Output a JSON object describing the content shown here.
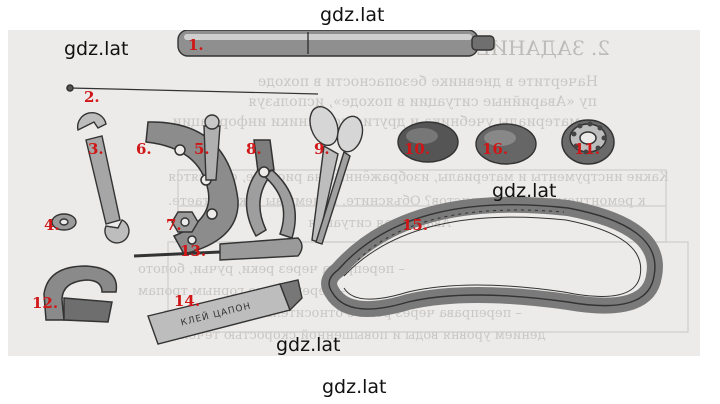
{
  "watermark": "gdz.lat",
  "background_text": {
    "heading": "2. ЗАДАНИЕ №4",
    "lines": [
      "Начертите в дневнике безопасности в походе",
      "пу «Аварийные ситуации в походе», используя",
      "материалы учебника и другие источники информации.",
      "Какие инструменты и материалы, изображённые на рисунке, относятся",
      "к ремонтному набору туристов? Объясните, почему вы так считаете.",
      "Аварийная ситуация",
      "– переправа через реки, ручьи, болото",
      "– переходы по горным тропам",
      "– переправа через реки с относительно большим па-",
      "дением уровня воды и повышенной скоростью течения)"
    ]
  },
  "labels": {
    "l1": "1.",
    "l2": "2.",
    "l3": "3.",
    "l4": "4.",
    "l5": "5.",
    "l6": "6.",
    "l7": "7.",
    "l8": "8.",
    "l9": "9.",
    "l10": "10.",
    "l11": "11.",
    "l12": "12.",
    "l13": "13.",
    "l14": "14.",
    "l15": "15.",
    "l16": "16."
  },
  "glue_tube_text": "КЛЕЙ ЦАПОН",
  "colors": {
    "label_red": "#d01616",
    "scan_bg": "#ecebe9",
    "ink": "#3a3a3a"
  }
}
